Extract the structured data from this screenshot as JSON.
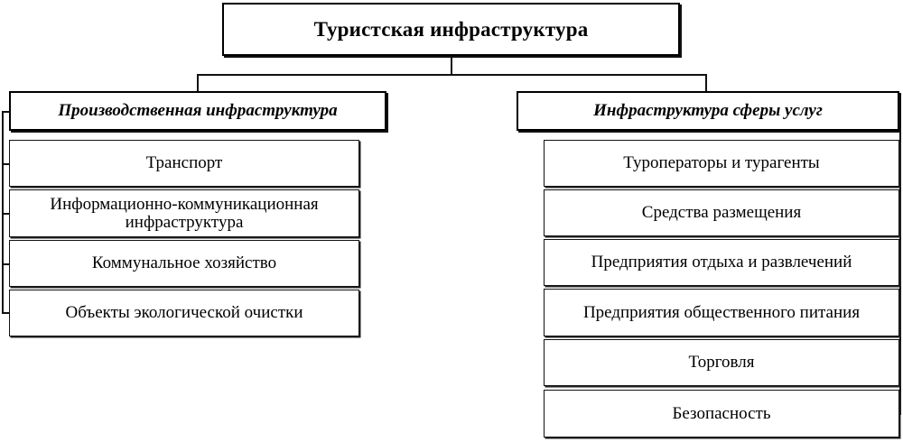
{
  "diagram": {
    "title": "Туристская инфраструктура",
    "type": "hierarchy-tree",
    "root": {
      "label": "Туристская инфраструктура"
    },
    "branches": [
      {
        "side": "left",
        "header": "Производственная инфраструктура",
        "items": [
          {
            "label": "Транспорт"
          },
          {
            "label": "Информационно-коммуникационная инфраструктура"
          },
          {
            "label": "Коммунальное хозяйство"
          },
          {
            "label": "Объекты экологической очистки"
          }
        ]
      },
      {
        "side": "right",
        "header": "Инфраструктура сферы услуг",
        "items": [
          {
            "label": "Туроператоры и турагенты"
          },
          {
            "label": "Средства размещения"
          },
          {
            "label": "Предприятия отдыха и развлечений"
          },
          {
            "label": "Предприятия общественного питания"
          },
          {
            "label": "Торговля"
          },
          {
            "label": "Безопасность"
          }
        ]
      }
    ],
    "colors": {
      "background": "#ffffff",
      "border": "#111111",
      "text": "#000000"
    }
  }
}
